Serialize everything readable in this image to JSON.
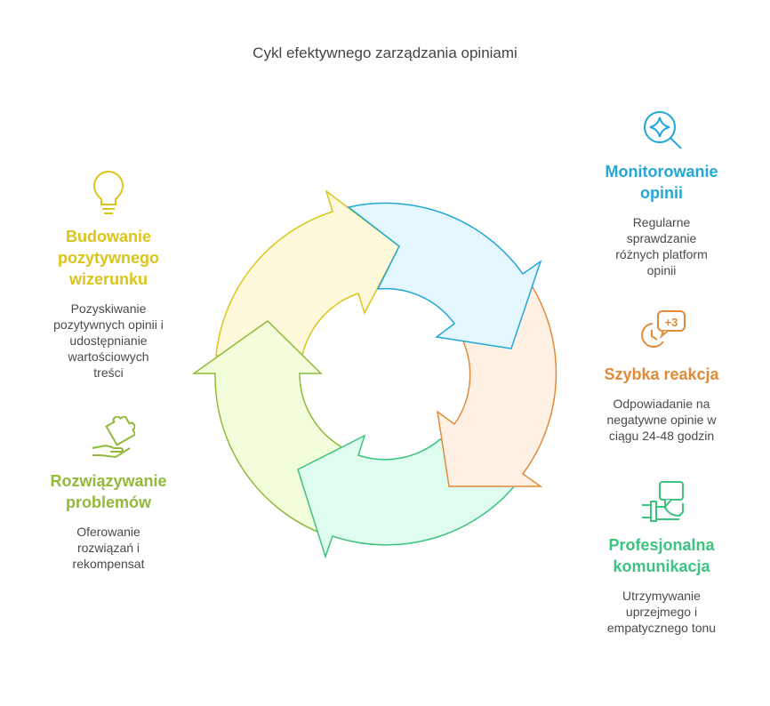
{
  "title": "Cykl efektywnego zarządzania opiniami",
  "colors": {
    "yellow": "#dcc51a",
    "lightgreen": "#8fba3a",
    "green": "#3cc47e",
    "orange": "#e08a3a",
    "blue": "#22a8d8"
  },
  "stages": {
    "monitoring": {
      "icon": "magnifier-sparkle-icon",
      "title": [
        "Monitorowanie",
        "opinii"
      ],
      "desc": [
        "Regularne",
        "sprawdzanie",
        "różnych platform",
        "opinii"
      ]
    },
    "reaction": {
      "icon": "clock-chat-icon",
      "badge": "+3",
      "title": [
        "Szybka reakcja"
      ],
      "desc": [
        "Odpowiadanie na",
        "negatywne opinie w",
        "ciągu 24-48 godzin"
      ]
    },
    "communication": {
      "icon": "chat-handshake-icon",
      "title": [
        "Profesjonalna",
        "komunikacja"
      ],
      "desc": [
        "Utrzymywanie",
        "uprzejmego i",
        "empatycznego tonu"
      ]
    },
    "problems": {
      "icon": "puzzle-hand-icon",
      "title": [
        "Rozwiązywanie",
        "problemów"
      ],
      "desc": [
        "Oferowanie",
        "rozwiązań i",
        "rekompensat"
      ]
    },
    "image": {
      "icon": "lightbulb-icon",
      "title": [
        "Budowanie",
        "pozytywnego",
        "wizerunku"
      ],
      "desc": [
        "Pozyskiwanie",
        "pozytywnych opinii i",
        "udostępnianie",
        "wartościowych",
        "treści"
      ]
    }
  }
}
